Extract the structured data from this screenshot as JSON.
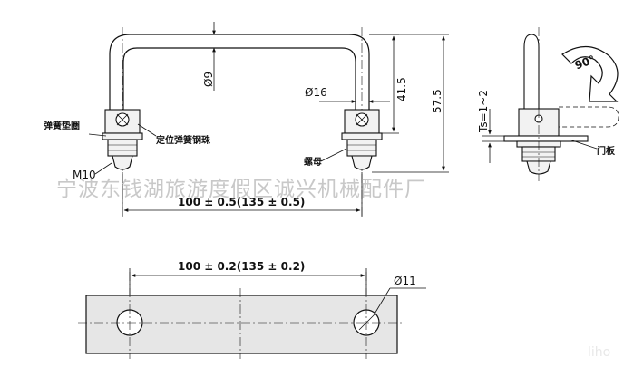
{
  "labels": {
    "dia_rod": "Ø9",
    "dia_hole": "Ø16",
    "h_inner": "41.5",
    "h_total": "57.5",
    "ts": "Ts=1~2",
    "angle": "90°",
    "spring_washer": "弹簧垫圈",
    "spring_ball": "定位弹簧钢珠",
    "thread": "M10",
    "nut": "螺母",
    "door_panel": "门板",
    "width_top": "100 ± 0.5(135 ± 0.5)",
    "width_bottom": "100 ± 0.2(135 ± 0.2)",
    "dia_mount": "Ø11"
  },
  "watermark": "宁波东钱湖旅游度假区诚兴机械配件厂",
  "watermark_small": "liho",
  "colors": {
    "line": "#111111",
    "plate": "#e6e6e6",
    "part": "#f2f2f2",
    "watermark": "#c8c8c8"
  }
}
